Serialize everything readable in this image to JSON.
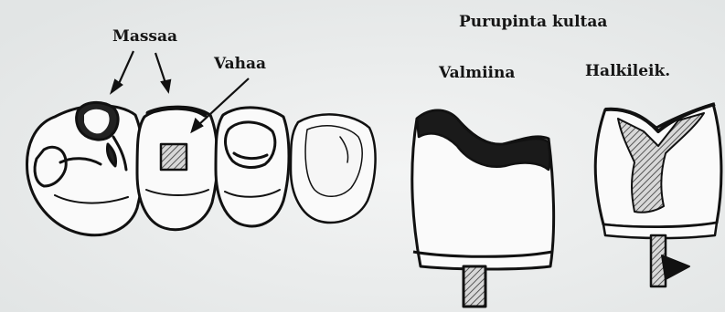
{
  "labels": {
    "massaa": "Massaa",
    "vahaa": "Vahaa",
    "title": "Purupinta kultaa",
    "valmiina": "Valmiina",
    "halkileik": "Halkileik."
  },
  "colors": {
    "paper": "#e7eaea",
    "ink": "#111111",
    "hatch": "#555555"
  }
}
